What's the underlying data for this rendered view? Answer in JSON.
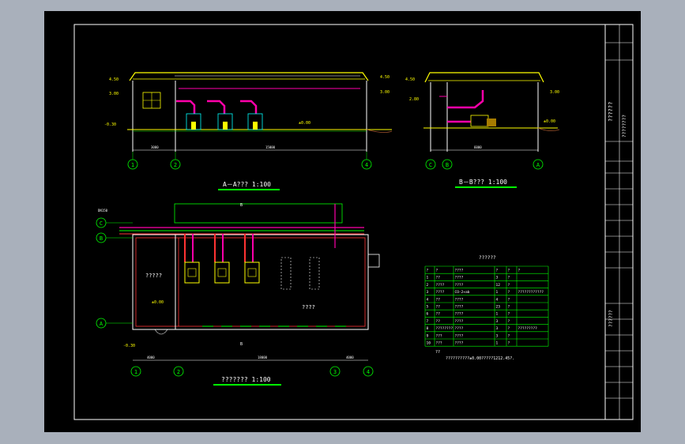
{
  "section_a": {
    "title": "A－A???  1:100",
    "elev_top_left": "4.50",
    "elev_top_right": "4.50",
    "elev_mid_left": "3.00",
    "elev_mid_right": "3.00",
    "elev_ground": "-0.30",
    "elev_floor": "±0.00",
    "dim_left": "3000",
    "dim_right": "15000",
    "axis_1": "1",
    "axis_2": "2",
    "axis_4": "4"
  },
  "section_b": {
    "title": "B－B???  1:100",
    "elev_top": "4.50",
    "elev_mid": "3.00",
    "elev_low": "2.80",
    "elev_floor": "±0.00",
    "dim": "6000",
    "axis_c": "C",
    "axis_b": "B",
    "axis_a": "A"
  },
  "plan": {
    "title": "???????  1:100",
    "room_left": "?????",
    "room_main": "????",
    "elev_floor": "±0.00",
    "elev_ground": "-0.30",
    "note_pipe": "DN150",
    "axis_c": "C",
    "axis_b": "B",
    "axis_a": "A",
    "axis_1": "1",
    "axis_2": "2",
    "axis_3": "3",
    "axis_4": "4",
    "dim_1": "4000",
    "dim_2": "18000",
    "dim_3": "4000",
    "section_mark": "B"
  },
  "equipment_table": {
    "title": "??????",
    "headers": [
      "?",
      "?",
      "????",
      "?",
      "?",
      "?"
    ],
    "rows": [
      [
        "1",
        "??",
        "????",
        "3",
        "?",
        ""
      ],
      [
        "2",
        "????",
        "????",
        "12",
        "?",
        ""
      ],
      [
        "3",
        "????",
        "CO-2+ab",
        "1",
        "?",
        "????????????"
      ],
      [
        "4",
        "??",
        "????",
        "4",
        "?",
        ""
      ],
      [
        "5",
        "??",
        "????",
        "23",
        "?",
        ""
      ],
      [
        "6",
        "??",
        "????",
        "1",
        "?",
        ""
      ],
      [
        "7",
        "??",
        "????",
        "3",
        "?",
        ""
      ],
      [
        "8",
        "????????",
        "????",
        "3",
        "?",
        "?????????"
      ],
      [
        "9",
        "???",
        "????",
        "3",
        "?",
        ""
      ],
      [
        "10",
        "???",
        "????",
        "1",
        "?",
        ""
      ]
    ]
  },
  "notes": {
    "label": "??",
    "line1": "??????????±0.00?????1212.45?."
  },
  "title_block": {
    "line1": "??????",
    "line2": "????????",
    "line3": "??????"
  }
}
